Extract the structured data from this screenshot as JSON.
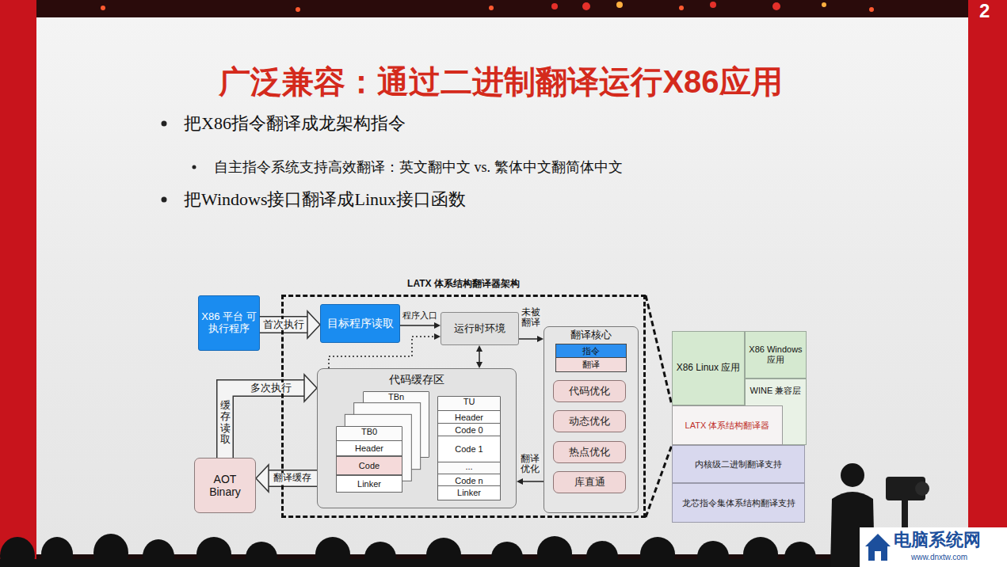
{
  "diagram": {
    "title": "广泛兼容：通过二进制翻译运行X86应用",
    "nodes": [
      {
        "text": [
          "X86 平台 可执行程序"
        ]
      },
      {
        "text": [
          "LATX 体系结构翻译器架构"
        ]
      },
      {
        "text": [
          "目标程序读取"
        ],
        "in": 1
      },
      {
        "text": [
          "运行时环境"
        ],
        "in": 1
      },
      {
        "text": [
          "翻译核心"
        ],
        "in": 1
      },
      {
        "text": [
          "指令"
        ],
        "in": 4
      },
      {
        "text": [
          "翻译"
        ],
        "in": 4
      },
      {
        "text": [
          "代码优化"
        ],
        "in": 4
      },
      {
        "text": [
          "动态优化"
        ],
        "in": 4
      },
      {
        "text": [
          "热点优化"
        ],
        "in": 4
      },
      {
        "text": [
          "库直通"
        ],
        "in": 4
      },
      {
        "text": [
          "代码缓存区"
        ],
        "in": 1
      },
      {
        "text": [
          "TBn"
        ],
        "in": 11
      },
      {
        "text": [
          "TB0"
        ],
        "in": 11
      },
      {
        "text": [
          "Header"
        ],
        "in": 13
      },
      {
        "text": [
          "Code"
        ],
        "in": 13
      },
      {
        "text": [
          "Linker"
        ],
        "in": 13
      },
      {
        "text": [
          "TU"
        ],
        "in": 11
      },
      {
        "text": [
          "Header"
        ],
        "in": 17
      },
      {
        "text": [
          "Code 0"
        ],
        "in": 17
      },
      {
        "text": [
          "Code 1"
        ],
        "in": 17
      },
      {
        "text": [
          "Code n"
        ],
        "in": 17
      },
      {
        "text": [
          "Linker"
        ],
        "in": 17
      },
      {
        "text": [
          "AOT Binary"
        ]
      },
      {
        "text": [
          "X86 Linux 应用"
        ]
      },
      {
        "text": [
          "X86 Windows 应用"
        ]
      },
      {
        "text": [
          "WINE 兼容层"
        ]
      },
      {
        "text": [
          "LATX 体系结构翻译器"
        ]
      },
      {
        "text": [
          "内核级二进制翻译支持"
        ]
      },
      {
        "text": [
          "龙芯指令集体系结构翻译支持"
        ]
      }
    ],
    "edges": [
      {
        "from": 0,
        "to": 2,
        "label": "首次执行",
        "arrow": "to"
      },
      {
        "from": 2,
        "to": 3,
        "label": "程序入口",
        "arrow": "to"
      },
      {
        "from": 3,
        "to": 4,
        "label": "未被 翻译",
        "arrow": "to"
      },
      {
        "from": 11,
        "to": 3,
        "arrow": "to"
      },
      {
        "from": 3,
        "to": 11,
        "arrow": "both"
      },
      {
        "from": 4,
        "to": 11,
        "label": "翻译 优化",
        "arrow": "to"
      },
      {
        "from": 23,
        "to": 11,
        "label": "多次执行",
        "arrow": "to"
      },
      {
        "from": 11,
        "to": 23,
        "label": "翻译缓存",
        "arrow": "to"
      }
    ],
    "labels": [
      "把X86指令翻译成龙架构指令",
      "自主指令系统支持高效翻译：英文翻中文 vs. 繁体中文翻简体中文",
      "把Windows接口翻译成Linux接口函数",
      "缓存读取",
      "...",
      "2",
      "电脑系统网",
      "www.dnxtw.com"
    ]
  }
}
